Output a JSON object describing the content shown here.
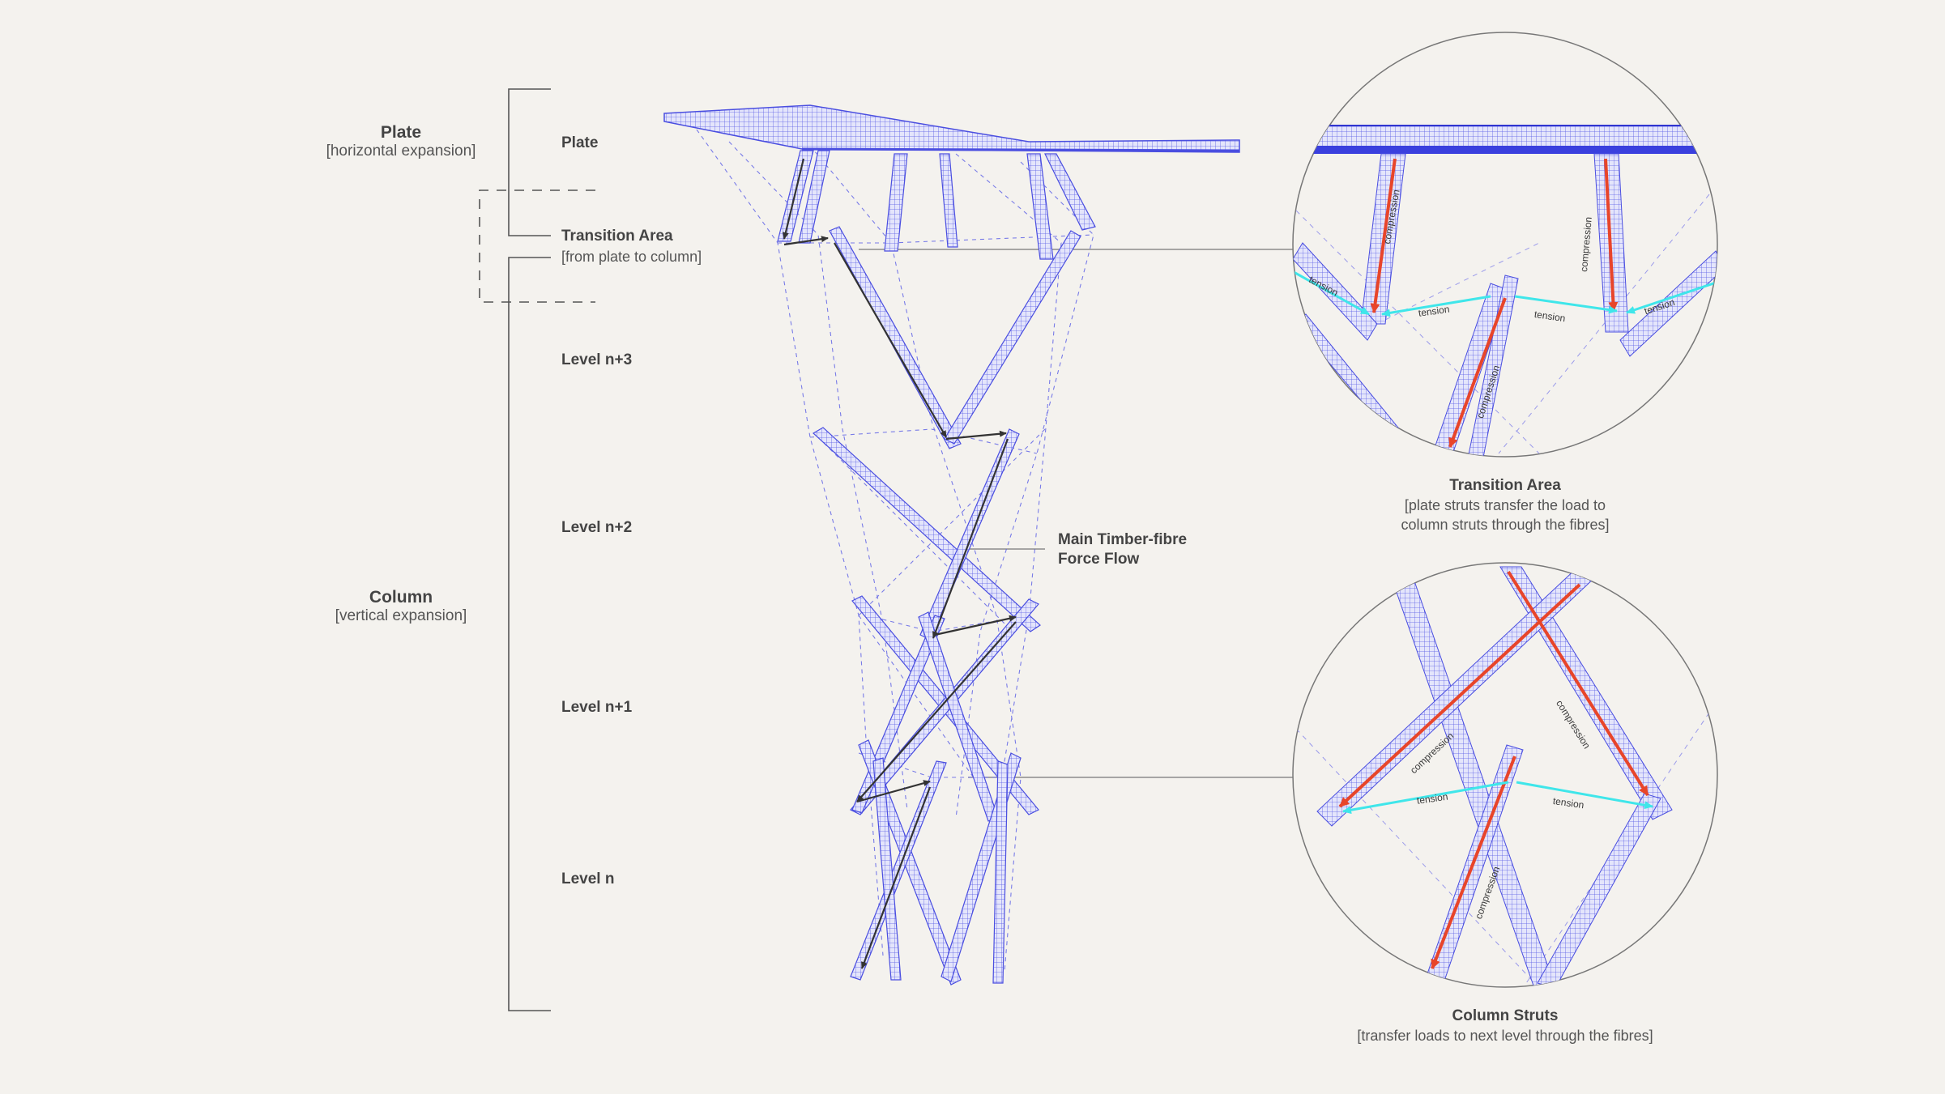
{
  "colors": {
    "background": "#f4f2ee",
    "mesh": "#4a4ee0",
    "force_arrow": "#333333",
    "compression": "#e8452a",
    "tension": "#3fe6ea",
    "bracket": "#555555"
  },
  "left_groups": {
    "plate": {
      "title": "Plate",
      "subtitle": "[horizontal expansion]"
    },
    "column": {
      "title": "Column",
      "subtitle": "[vertical expansion]"
    }
  },
  "levels": {
    "plate": "Plate",
    "transition_title": "Transition Area",
    "transition_subtitle": "[from plate to column]",
    "n3": "Level n+3",
    "n2": "Level n+2",
    "n1": "Level n+1",
    "n0": "Level n"
  },
  "main_label": {
    "line1": "Main Timber-fibre",
    "line2": "Force Flow"
  },
  "detail_top": {
    "title": "Transition Area",
    "line1": "[plate struts transfer the load to",
    "line2": "column struts through the fibres]",
    "labels": {
      "compression_a": "compression",
      "compression_b": "compression",
      "compression_c": "compression",
      "tension_a": "tension",
      "tension_b": "tension",
      "tension_c": "tension",
      "tension_d": "tension"
    }
  },
  "detail_bottom": {
    "title": "Column Struts",
    "line1": "[transfer loads to next level through the fibres]",
    "labels": {
      "compression_a": "compression",
      "compression_b": "compression",
      "compression_c": "compression",
      "tension_a": "tension",
      "tension_b": "tension"
    }
  }
}
